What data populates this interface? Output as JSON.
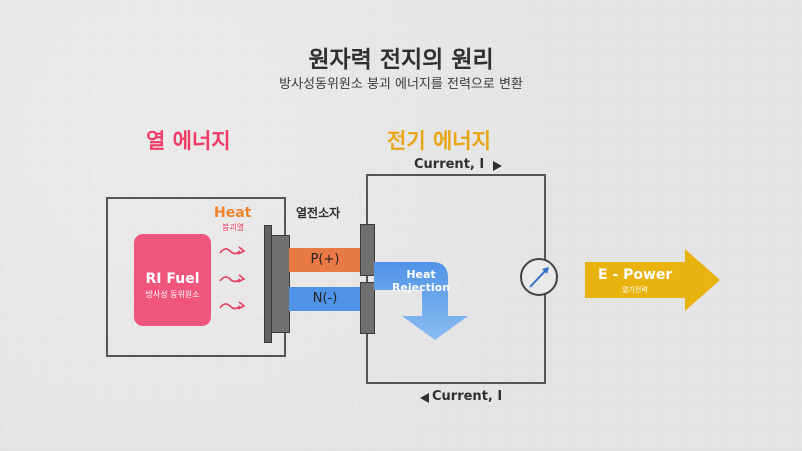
{
  "title": "원자력 전지의 원리",
  "subtitle": "방사성동위원소 붕괴 에너지를 전력으로 변환",
  "heat_section": {
    "label": "열 에너지",
    "fuel_title": "RI Fuel",
    "fuel_subtitle": "방사성 동위원소",
    "heat_label": "Heat",
    "heat_sub": "붕괴열"
  },
  "electric_section": {
    "label": "전기 에너지",
    "current_top": "Current, I",
    "current_bottom": "Current, I",
    "heat_rejection": "Heat Rejection"
  },
  "module": {
    "label": "열전소자",
    "p_label": "P(+)",
    "n_label": "N(-)"
  },
  "output": {
    "title": "E - Power",
    "subtitle": "열기전력"
  },
  "colors": {
    "heat_red": "#ee3c64",
    "electric_gold": "#e8a617",
    "p_orange": "#ea7a45",
    "n_blue": "#4f93e6",
    "arrow_yellow": "#e8b20f"
  }
}
